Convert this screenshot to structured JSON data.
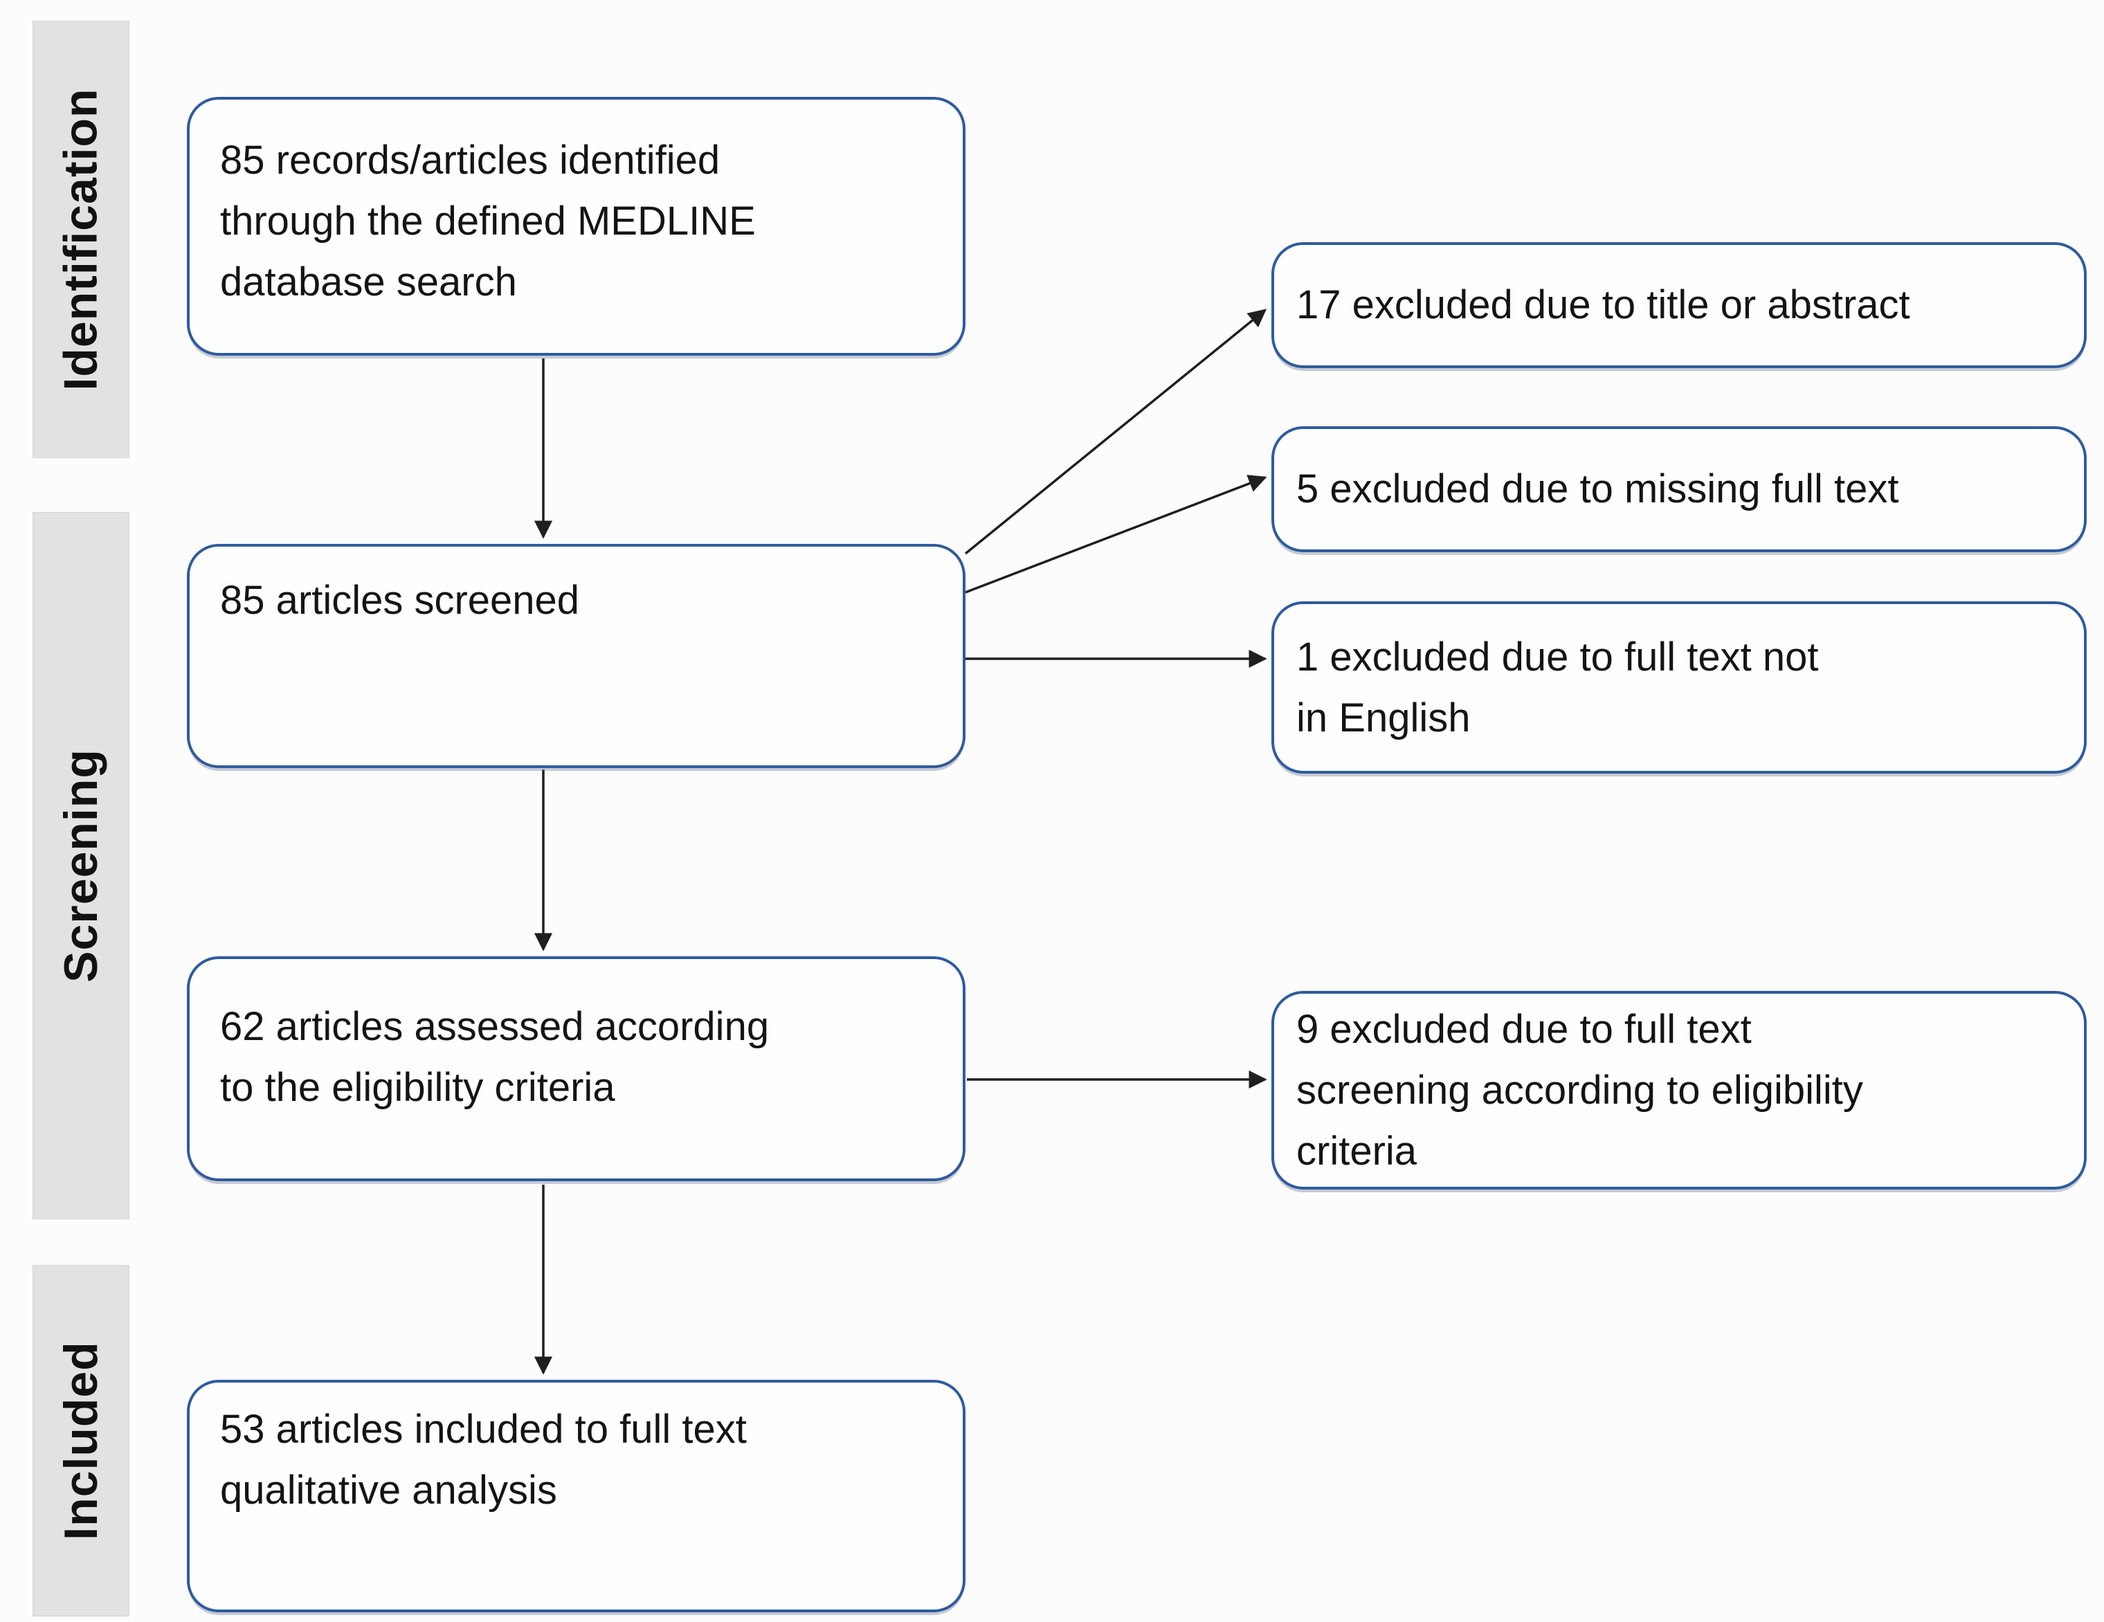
{
  "stages": [
    {
      "label": "Identification"
    },
    {
      "label": "Screening"
    },
    {
      "label": "Included"
    }
  ],
  "flow_boxes": [
    {
      "name": "identified",
      "lines": [
        "85 records/articles identified",
        "through the defined MEDLINE",
        "database search"
      ]
    },
    {
      "name": "screened",
      "lines": [
        "85 articles screened"
      ]
    },
    {
      "name": "assessed",
      "lines": [
        "62 articles assessed according",
        "to the eligibility criteria"
      ]
    },
    {
      "name": "included",
      "lines": [
        "53 articles included to full text",
        "qualitative analysis"
      ]
    }
  ],
  "exclusion_boxes": [
    {
      "name": "excluded-title-or-abstract",
      "lines": [
        "17 excluded due to title or abstract"
      ]
    },
    {
      "name": "excluded-missing-full-text",
      "lines": [
        "5 excluded due to missing full text"
      ]
    },
    {
      "name": "excluded-full-text-not-english",
      "lines": [
        "1 excluded due to full text not",
        "in English"
      ]
    },
    {
      "name": "excluded-eligibility-screening",
      "lines": [
        "9 excluded due to full text",
        "screening according to eligibility",
        "criteria"
      ]
    }
  ],
  "colors": {
    "box_border": "#2f5b9e",
    "box_fill": "#fefefe",
    "stage_bar_bg": "#e2e2e2",
    "arrow": "#1f1f1f",
    "background": "#fcfcfc",
    "text": "#111111"
  }
}
